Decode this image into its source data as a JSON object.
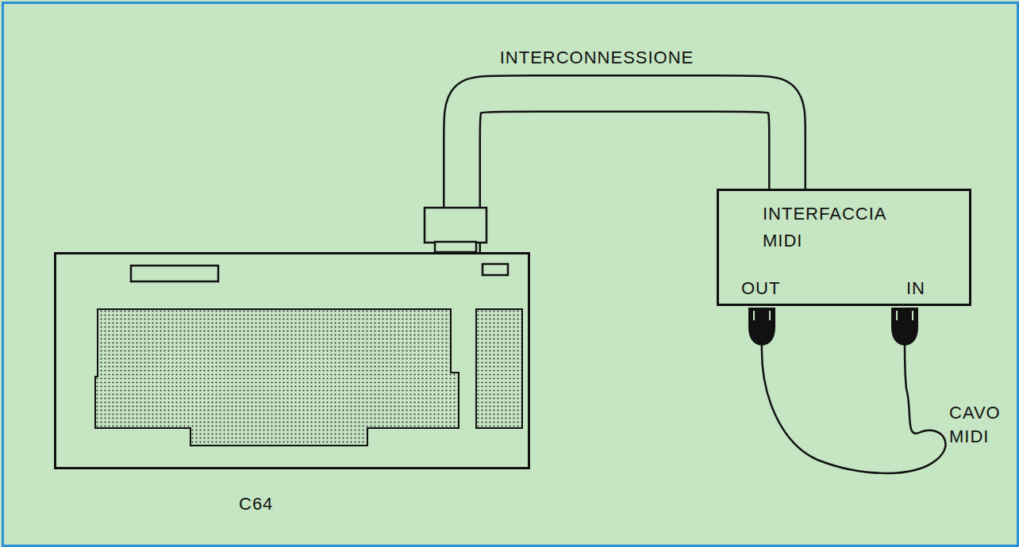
{
  "diagram": {
    "nodes": [
      {
        "text": [
          "C64"
        ]
      },
      {
        "text": [
          "INTERFACCIA MIDI",
          "OUT",
          "IN"
        ]
      }
    ],
    "edges": [
      {
        "from": 0,
        "to": 1,
        "arrow": "none",
        "label": "INTERCONNESSIONE"
      }
    ],
    "labels": [
      "CAVO MIDI"
    ]
  }
}
